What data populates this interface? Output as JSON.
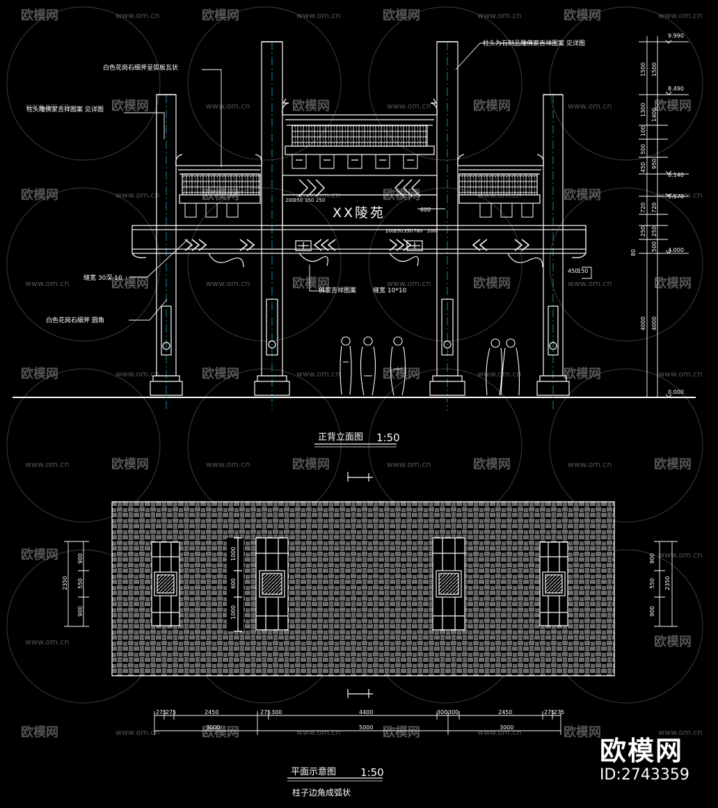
{
  "colors": {
    "background": "#000000",
    "lines": "#ffffff",
    "hatch": "#d8d8d8",
    "watermark": "#9a9a9a"
  },
  "elevation": {
    "title": "正背立面图",
    "scale": "1:50",
    "plaque": "XX陵苑",
    "labels": {
      "stone_railing_top": "白色花岗石细斧呈弧板瓦状",
      "column_top": "柱头为石制品雕佛家吉祥图案 见详图",
      "column_head_left": "柱头雕佛家吉祥图案 见详图",
      "groove": "缝宽  30深 10",
      "stone_fine": "白色花岗石细斧 圆角",
      "auspicious": "佛家吉祥图案",
      "groove2": "缝宽  10*10"
    },
    "small_dims": [
      "200",
      "350",
      "350",
      "250",
      "600",
      "200",
      "350",
      "350",
      "780",
      "200"
    ],
    "right_dims": {
      "outer": [
        "1500",
        "1300",
        "100",
        "500",
        "450",
        "720",
        "250",
        "80"
      ],
      "inner": [
        "1500",
        "1400",
        "950",
        "720",
        "250",
        "500",
        "4000"
      ],
      "lower_inner": "4000",
      "left_small": "150",
      "left_small2": "450"
    },
    "levels": [
      "9.990",
      "8.490",
      "6.140",
      "5.570",
      "4.000",
      "0.000"
    ]
  },
  "plan": {
    "title": "平面示意图",
    "scale": "1:50",
    "note": "柱子边角成弧状",
    "left_dims": {
      "total": "2350",
      "parts": [
        "900",
        "550",
        "900"
      ]
    },
    "right_dims": {
      "total": "2350",
      "parts": [
        "900",
        "550",
        "900"
      ]
    },
    "inner_dims": [
      "1000",
      "600",
      "1000"
    ],
    "bottom_row1": [
      "275",
      "275",
      "2450",
      "275",
      "300",
      "4400",
      "300",
      "300",
      "2450",
      "275",
      "275"
    ],
    "bottom_row2": [
      "3000",
      "5000",
      "3000"
    ]
  },
  "watermark": {
    "brand": "欧模网",
    "url": "www.om.cn"
  },
  "brand": {
    "logo": "欧模网",
    "id": "ID:2743359"
  }
}
